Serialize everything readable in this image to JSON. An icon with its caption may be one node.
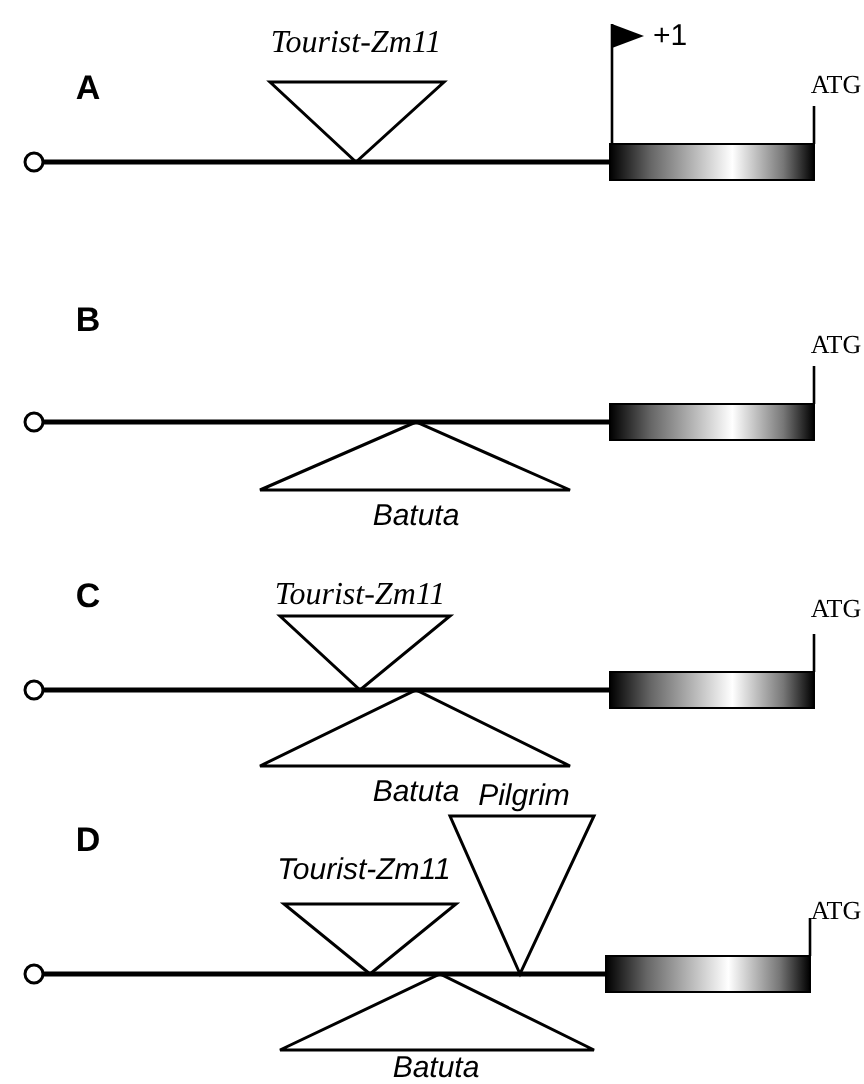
{
  "diagram": {
    "labels": [
      "A",
      "Tourist-Zm11",
      "+1",
      "ATG",
      "B",
      "ATG",
      "Batuta",
      "C",
      "Tourist-Zm11",
      "ATG",
      "Batuta",
      "D",
      "Pilgrim",
      "Tourist-Zm11",
      "ATG",
      "Batuta"
    ]
  }
}
